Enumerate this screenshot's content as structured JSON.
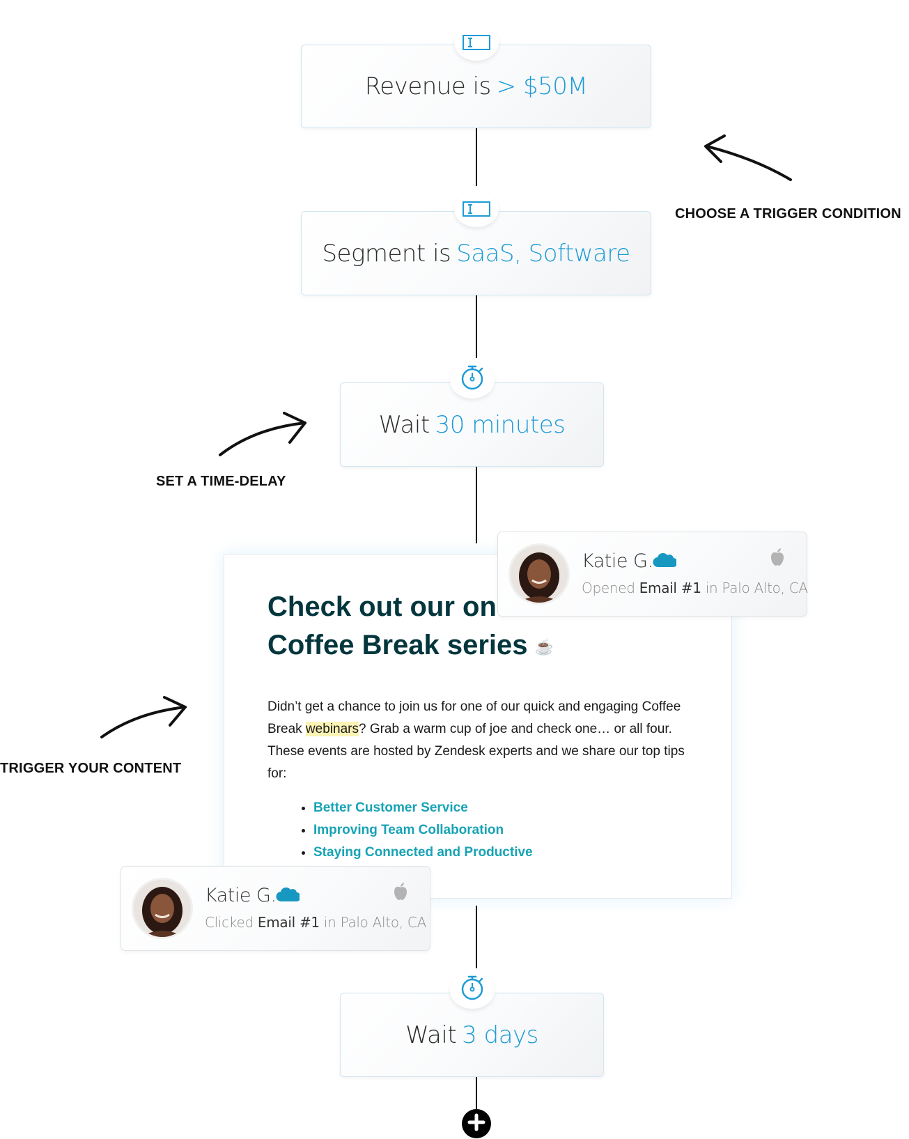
{
  "flow": {
    "node_revenue": {
      "prefix": "Revenue is",
      "value": "> $50M",
      "icon": "text-field-icon"
    },
    "node_segment": {
      "prefix": "Segment is",
      "value": "SaaS, Software",
      "icon": "text-field-icon"
    },
    "node_wait1": {
      "prefix": "Wait",
      "value": "30 minutes",
      "icon": "stopwatch-icon"
    },
    "node_wait2": {
      "prefix": "Wait",
      "value": "3 days",
      "icon": "stopwatch-icon"
    },
    "add_step": {
      "icon": "plus-icon"
    }
  },
  "annotations": {
    "trigger_condition": "CHOOSE A TRIGGER CONDITION",
    "time_delay": "SET A TIME-DELAY",
    "trigger_content": "TRIGGER YOUR CONTENT"
  },
  "email": {
    "title_line1": "Check out our on-demand",
    "title_line2": "Coffee Break series",
    "title_emoji": "☕",
    "body_before": "Didn’t get a chance to join us for one of our quick and engaging Coffee Break ",
    "body_highlight": "webinars",
    "body_after": "? Grab a warm cup of joe and check one… or all four. These events are hosted by Zendesk experts and we share our top tips for:",
    "list": [
      "Better Customer Service",
      "Improving Team Collaboration",
      "Staying Connected and Productive"
    ]
  },
  "activity_opened": {
    "name": "Katie G.",
    "action": "Opened",
    "object": "Email #1",
    "location_prefix": "in",
    "location": "Palo Alto, CA",
    "icons": [
      "salesforce-cloud-icon",
      "apple-icon"
    ]
  },
  "activity_clicked": {
    "name": "Katie G.",
    "action": "Clicked",
    "object": "Email #1",
    "location_prefix": "in",
    "location": "Palo Alto, CA",
    "icons": [
      "salesforce-cloud-icon",
      "apple-icon"
    ]
  },
  "colors": {
    "accent_blue": "#1e9bd6",
    "email_title": "#03363d",
    "email_link": "#17a3b5",
    "salesforce_blue": "#1798c1"
  }
}
